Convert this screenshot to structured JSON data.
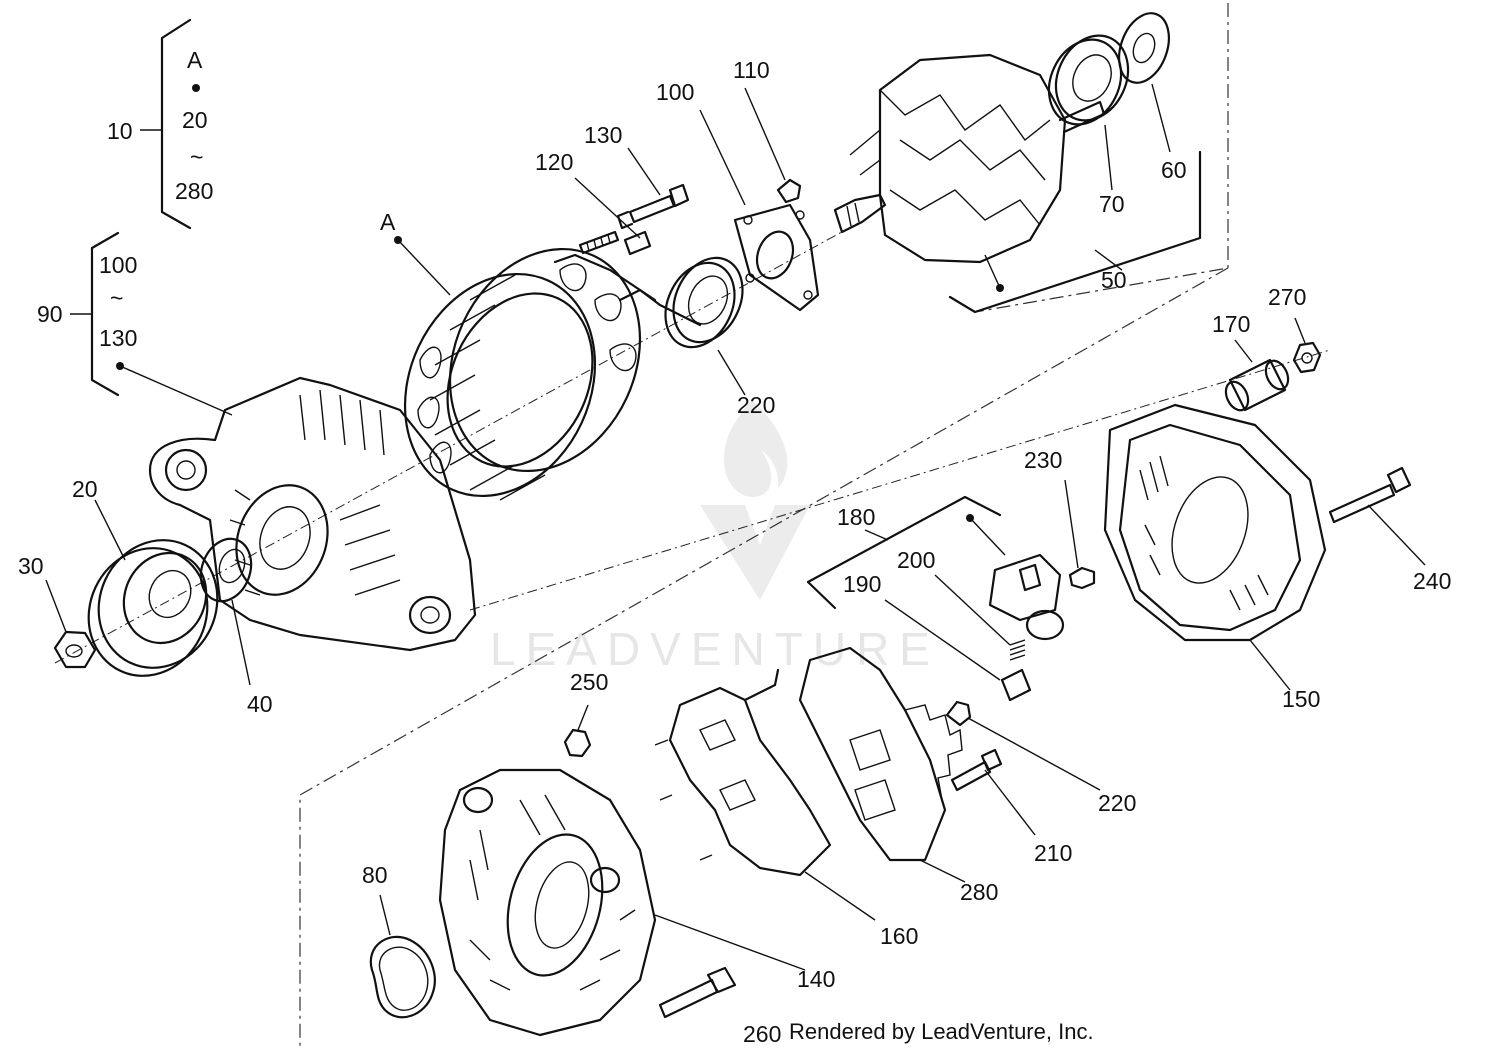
{
  "watermark": {
    "text": "LEADVENTURE",
    "color": "#e6e6e6"
  },
  "credit": "Rendered by LeadVenture, Inc.",
  "groups": {
    "group10": {
      "label": "10",
      "ref": "A",
      "from": "20",
      "tilde": "~",
      "to": "280"
    },
    "group90": {
      "label": "90",
      "from": "100",
      "tilde": "~",
      "to": "130"
    }
  },
  "callouts": {
    "A": "A",
    "p20": "20",
    "p30": "30",
    "p40": "40",
    "p50": "50",
    "p60": "60",
    "p70": "70",
    "p80": "80",
    "p100": "100",
    "p110": "110",
    "p120": "120",
    "p130": "130",
    "p140": "140",
    "p150": "150",
    "p160": "160",
    "p170": "170",
    "p180": "180",
    "p190": "190",
    "p200": "200",
    "p210": "210",
    "p220a": "220",
    "p220b": "220",
    "p230": "230",
    "p240": "240",
    "p250": "250",
    "p260": "260",
    "p270": "270",
    "p280": "280"
  }
}
